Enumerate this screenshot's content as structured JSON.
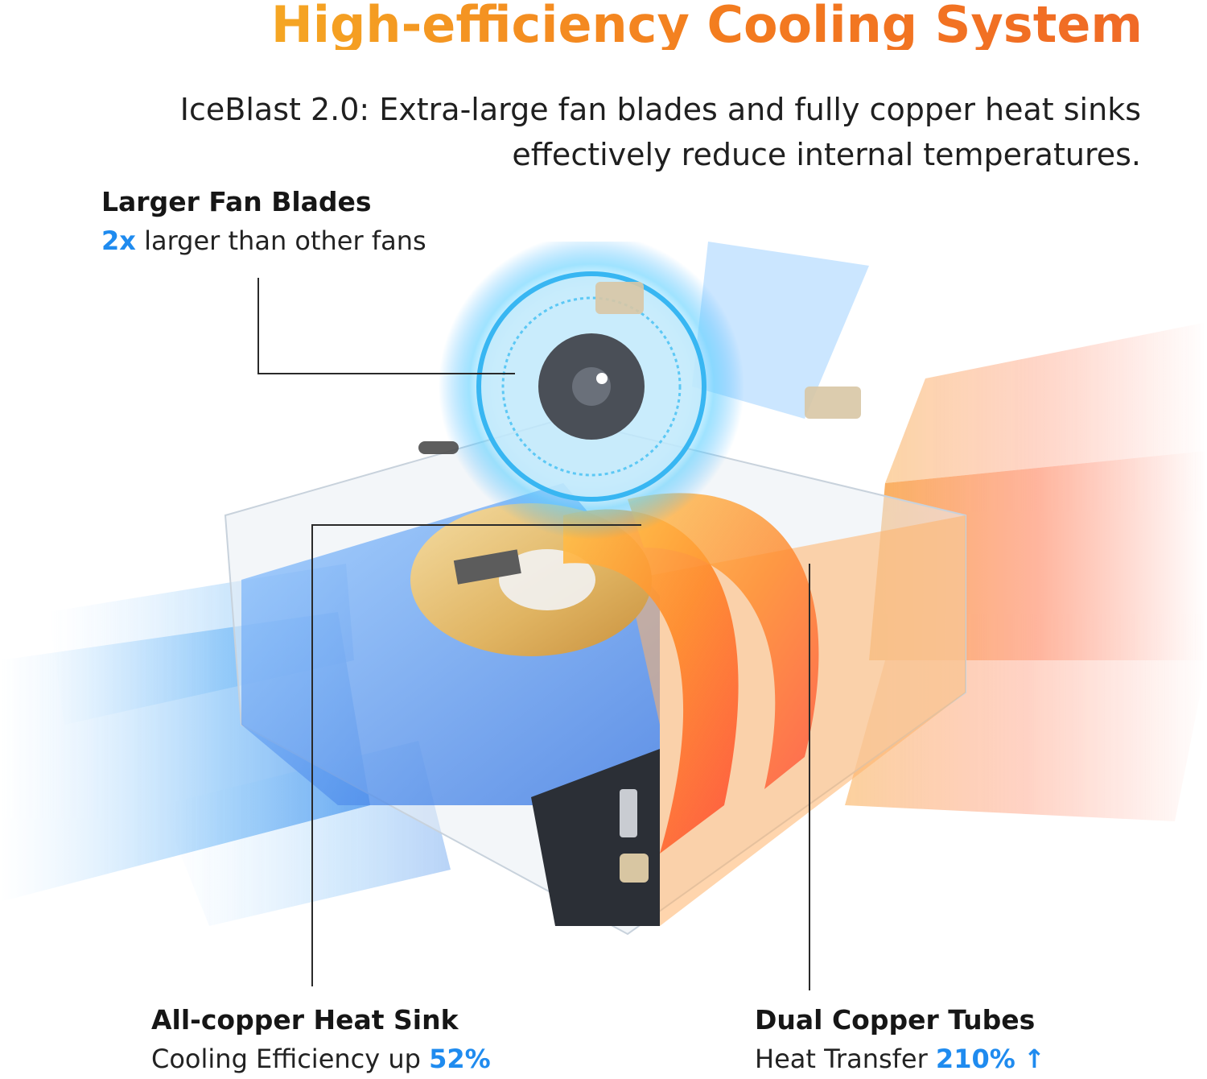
{
  "header": {
    "title": "High-efficiency Cooling System",
    "subtitle_line1": "IceBlast 2.0: Extra-large fan blades and fully copper heat sinks",
    "subtitle_line2": "effectively reduce internal temperatures."
  },
  "features": {
    "fan": {
      "title": "Larger Fan Blades",
      "highlight": "2x",
      "desc": " larger than other fans"
    },
    "heatsink": {
      "title": "All-copper Heat Sink",
      "desc": "Cooling Efficiency up ",
      "highlight": "52%"
    },
    "tubes": {
      "title": "Dual Copper Tubes",
      "desc": "Heat Transfer ",
      "highlight": "210%",
      "arrow": "↑"
    }
  },
  "colors": {
    "title_gradient_start": "#f5a623",
    "title_gradient_end": "#f06a26",
    "highlight_blue": "#1f8bef",
    "cool_blue": "#3aa8f0",
    "hot_orange": "#f5862a",
    "copper": "#e7c27a"
  },
  "illustration": {
    "subject": "mini-pc-cutaway",
    "icons": [
      "fan-icon",
      "heat-sink-icon",
      "copper-tube-icon",
      "airflow-icon"
    ]
  }
}
